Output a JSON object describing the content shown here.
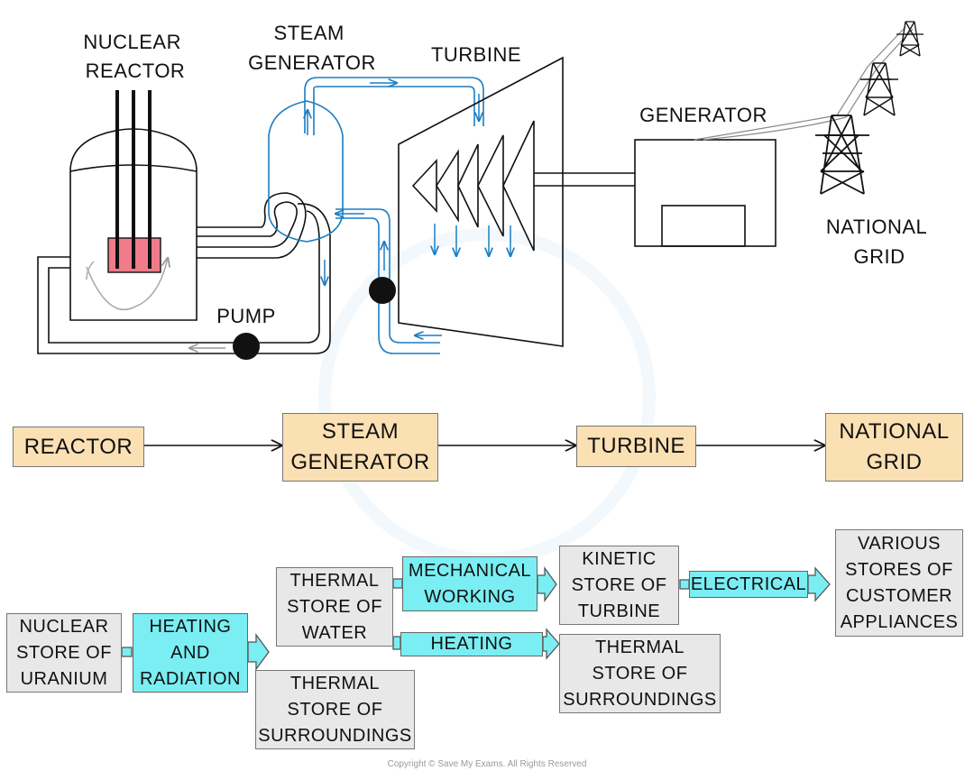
{
  "labels": {
    "nuclear_reactor": [
      "NUCLEAR",
      "REACTOR"
    ],
    "steam_generator": [
      "STEAM",
      "GENERATOR"
    ],
    "turbine": "TURBINE",
    "generator": "GENERATOR",
    "national_grid": [
      "NATIONAL",
      "GRID"
    ],
    "pump": "PUMP"
  },
  "flow": {
    "reactor": "REACTOR",
    "steam_generator": "STEAM\nGENERATOR",
    "turbine": "TURBINE",
    "national_grid": "NATIONAL\nGRID"
  },
  "energy": {
    "nuclear_store": "NUCLEAR\nSTORE OF\nURANIUM",
    "heating_radiation": "HEATING\nAND\nRADIATION",
    "thermal_water": "THERMAL\nSTORE OF\nWATER",
    "thermal_surroundings_1": "THERMAL\nSTORE OF\nSURROUNDINGS",
    "mechanical_working": "MECHANICAL\nWORKING",
    "heating": "HEATING",
    "kinetic_turbine": "KINETIC\nSTORE OF\nTURBINE",
    "thermal_surroundings_2": "THERMAL\nSTORE OF\nSURROUNDINGS",
    "electrical": "ELECTRICAL",
    "customer_appliances": "VARIOUS\nSTORES OF\nCUSTOMER\nAPPLIANCES"
  },
  "copyright": "Copyright © Save My Exams. All Rights Reserved",
  "colors": {
    "water_blue": "#1a7dc4",
    "fuel_pink": "#f07b8a",
    "flow_box": "#fbe0b3",
    "store_box": "#e8e8e8",
    "energy_box": "#7aeef3"
  }
}
